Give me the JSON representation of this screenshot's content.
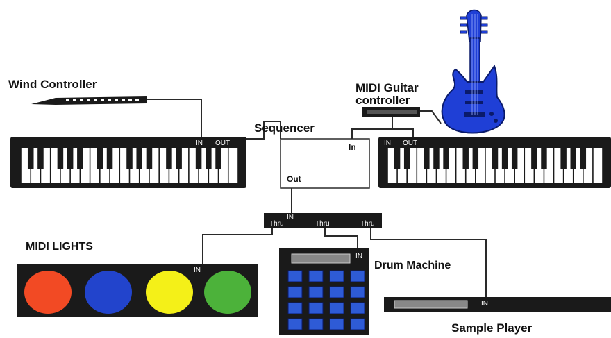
{
  "labels": {
    "wind_controller": "Wind Controller",
    "midi_guitar_line1": "MIDI Guitar",
    "midi_guitar_line2": "controller",
    "sequencer": "Sequencer",
    "sequencer_in": "In",
    "sequencer_out": "Out",
    "midi_lights": "MIDI LIGHTS",
    "drum_machine": "Drum Machine",
    "sample_player": "Sample Player"
  },
  "ports": {
    "left_keyboard_in": "IN",
    "left_keyboard_out": "OUT",
    "right_keyboard_in": "IN",
    "right_keyboard_out": "OUT",
    "thru_box_in": "IN",
    "thru_1": "Thru",
    "thru_2": "Thru",
    "thru_3": "Thru",
    "lights_in": "IN",
    "drum_in": "IN",
    "sampler_in": "IN"
  },
  "colors": {
    "guitar_blue": "#1f3fd6",
    "light_red": "#f24a24",
    "light_blue": "#2244cc",
    "light_yellow": "#f4f018",
    "light_green": "#4cb23a",
    "pad_blue": "#2e5bd6",
    "device_black": "#1a1a1a"
  },
  "drum_pads": {
    "rows": 4,
    "cols": 4
  },
  "midi_lights": [
    "red",
    "blue",
    "yellow",
    "green"
  ]
}
